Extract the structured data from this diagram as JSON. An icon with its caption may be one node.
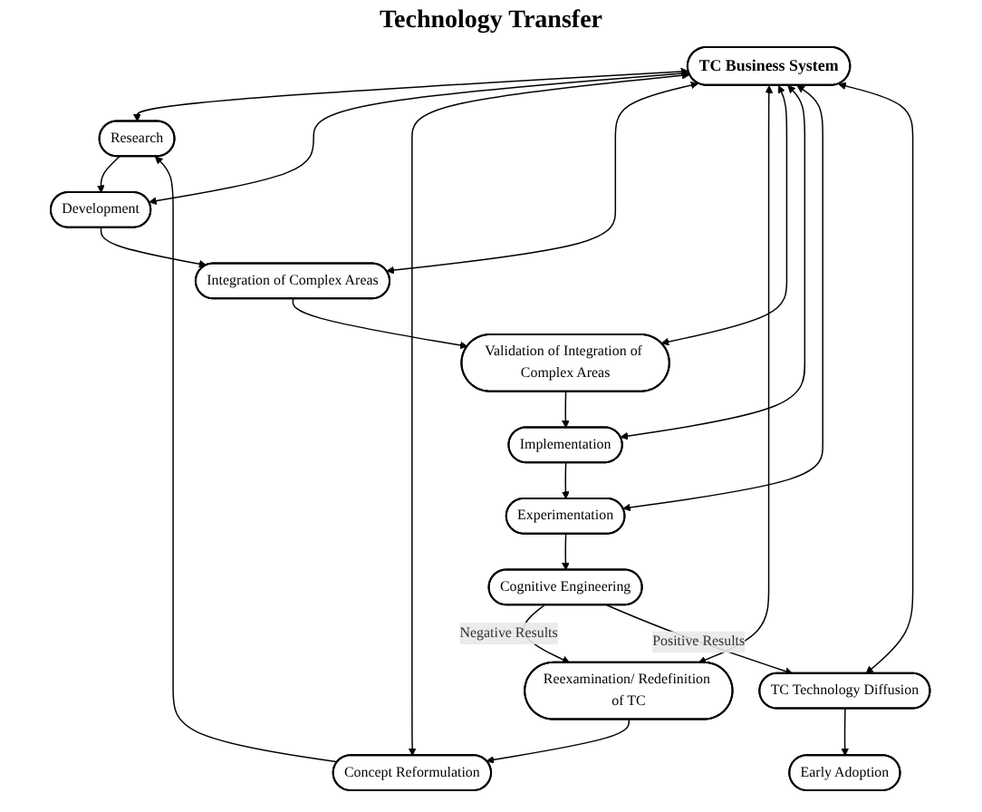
{
  "diagram": {
    "title": "Technology Transfer",
    "nodes": [
      {
        "text": [
          "Research"
        ]
      },
      {
        "text": [
          "Development"
        ]
      },
      {
        "text": [
          "Concept Reformulation"
        ]
      },
      {
        "text": [
          "TC Business System"
        ]
      },
      {
        "text": [
          "Integration of Complex Areas"
        ]
      },
      {
        "text": [
          "Reexamination/ Redefinition of TC"
        ]
      },
      {
        "text": [
          "Validation of Integration of Complex Areas"
        ]
      },
      {
        "text": [
          "TC Technology Diffusion"
        ]
      },
      {
        "text": [
          "Cognitive Engineering"
        ]
      },
      {
        "text": [
          "Implementation"
        ]
      },
      {
        "text": [
          "Experimentation"
        ]
      },
      {
        "text": [
          "Early Adoption"
        ]
      }
    ],
    "edges": [
      {
        "from": 0,
        "to": 1,
        "arrow": "to"
      },
      {
        "from": 1,
        "to": 4,
        "arrow": "to"
      },
      {
        "from": 4,
        "to": 6,
        "arrow": "to"
      },
      {
        "from": 6,
        "to": 9,
        "arrow": "to"
      },
      {
        "from": 9,
        "to": 10,
        "arrow": "to"
      },
      {
        "from": 10,
        "to": 8,
        "arrow": "to"
      },
      {
        "from": 8,
        "to": 5,
        "arrow": "to",
        "label": "Negative Results"
      },
      {
        "from": 8,
        "to": 7,
        "arrow": "to",
        "label": "Positive Results"
      },
      {
        "from": 7,
        "to": 11,
        "arrow": "to"
      },
      {
        "from": 5,
        "to": 2,
        "arrow": "to"
      },
      {
        "from": 2,
        "to": 0,
        "arrow": "to"
      },
      {
        "from": 3,
        "to": 0,
        "arrow": "both"
      },
      {
        "from": 3,
        "to": 1,
        "arrow": "both"
      },
      {
        "from": 3,
        "to": 2,
        "arrow": "both"
      },
      {
        "from": 3,
        "to": 4,
        "arrow": "both"
      },
      {
        "from": 3,
        "to": 5,
        "arrow": "both"
      },
      {
        "from": 3,
        "to": 6,
        "arrow": "both"
      },
      {
        "from": 3,
        "to": 9,
        "arrow": "both"
      },
      {
        "from": 3,
        "to": 10,
        "arrow": "both"
      },
      {
        "from": 3,
        "to": 7,
        "arrow": "both"
      }
    ]
  }
}
